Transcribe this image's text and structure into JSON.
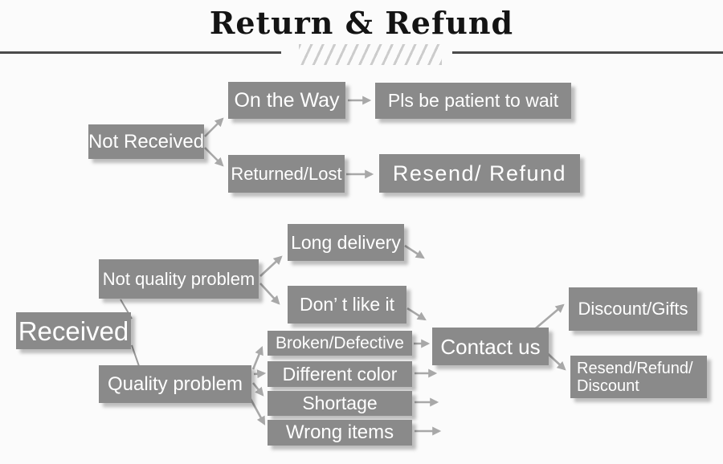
{
  "title": "Return & Refund",
  "colors": {
    "page-bg": "#fbfbfb",
    "title-text": "#141414",
    "divider": "#4a4a4a",
    "hatch": "#cccccc",
    "box-bg": "#8a8a8a",
    "box-text": "#ffffff",
    "arrow": "#a8a8a8",
    "connector": "#9a9a9a"
  },
  "nodes": {
    "not_received": "Not Received",
    "on_the_way": "On the Way",
    "pls_wait": "Pls be patient to wait",
    "returned_lost": "Returned/Lost",
    "resend_refund": "Resend/ Refund",
    "received": "Received",
    "not_quality_problem": "Not quality problem",
    "long_delivery": "Long delivery",
    "dont_like_it": "Don’ t like it",
    "quality_problem": "Quality problem",
    "broken_defective": "Broken/Defective",
    "different_color": "Different color",
    "shortage": "Shortage",
    "wrong_items": "Wrong items",
    "contact_us": "Contact us",
    "discount_gifts": "Discount/Gifts",
    "resend_refund_discount_line1": "Resend/Refund/",
    "resend_refund_discount_line2": "Discount"
  },
  "edges": [
    {
      "from": "Not Received",
      "to": "On the Way"
    },
    {
      "from": "Not Received",
      "to": "Returned/Lost"
    },
    {
      "from": "On the Way",
      "to": "Pls be patient to wait"
    },
    {
      "from": "Returned/Lost",
      "to": "Resend/ Refund"
    },
    {
      "from": "Received",
      "to": "Not quality problem"
    },
    {
      "from": "Received",
      "to": "Quality problem"
    },
    {
      "from": "Not quality problem",
      "to": "Long delivery"
    },
    {
      "from": "Not quality problem",
      "to": "Don’ t like it"
    },
    {
      "from": "Long delivery",
      "to": "Contact us"
    },
    {
      "from": "Don’ t like it",
      "to": "Contact us"
    },
    {
      "from": "Quality problem",
      "to": "Broken/Defective"
    },
    {
      "from": "Quality problem",
      "to": "Different color"
    },
    {
      "from": "Quality problem",
      "to": "Shortage"
    },
    {
      "from": "Quality problem",
      "to": "Wrong items"
    },
    {
      "from": "Broken/Defective",
      "to": "Contact us"
    },
    {
      "from": "Different color",
      "to": "Contact us"
    },
    {
      "from": "Shortage",
      "to": "Contact us"
    },
    {
      "from": "Wrong items",
      "to": "Contact us"
    },
    {
      "from": "Contact us",
      "to": "Discount/Gifts"
    },
    {
      "from": "Contact us",
      "to": "Resend/Refund/ Discount"
    }
  ]
}
